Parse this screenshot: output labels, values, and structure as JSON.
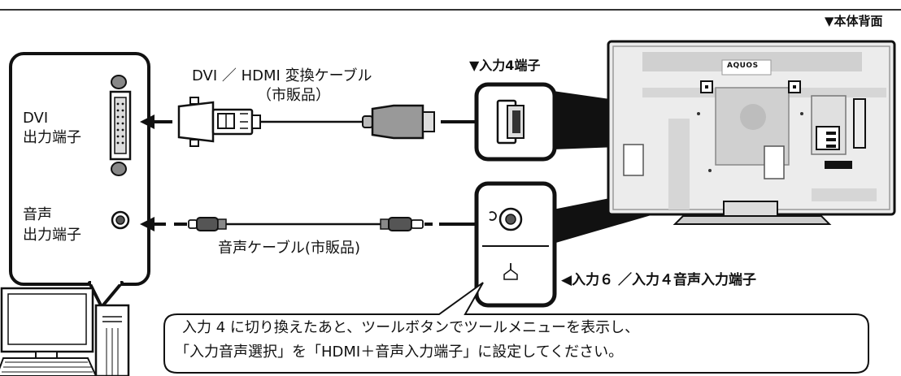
{
  "labels": {
    "rear_view": "▼本体背面",
    "input4_terminal": "▼入力4端子",
    "dvi_out_line1": "DVI",
    "dvi_out_line2": "出力端子",
    "audio_out_line1": "音声",
    "audio_out_line2": "出力端子",
    "cable_dvi_line1": "DVI ／ HDMI 変換ケーブル",
    "cable_dvi_line2": "（市販品）",
    "cable_audio": "音声ケーブル(市販品)",
    "audio_in_terminal": "◀入力６ ／入力４音声入力端子",
    "tv_logo": "AQUOS"
  },
  "note": {
    "line1": "入力 4 に切り換えたあと、ツールボタンでツールメニューを表示し、",
    "line2": "「入力音声選択」を「HDMI＋音声入力端子」に設定してください。"
  }
}
